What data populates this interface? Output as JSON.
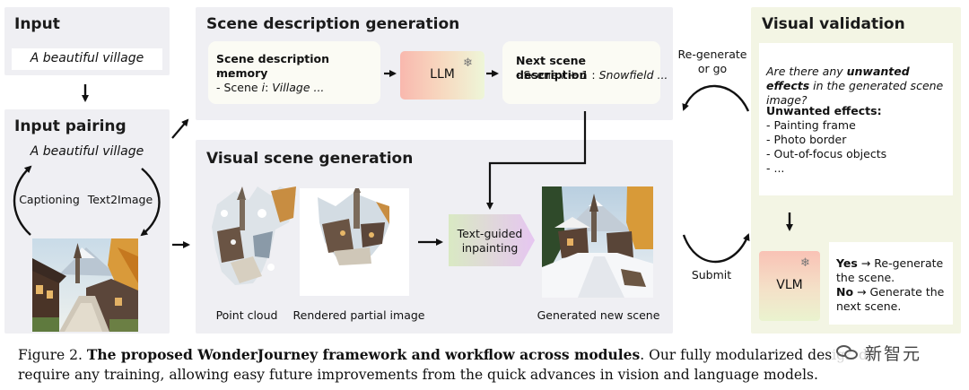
{
  "input": {
    "title": "Input",
    "prompt": "A beautiful village"
  },
  "pairing": {
    "title": "Input pairing",
    "prompt": "A beautiful village",
    "captioning": "Captioning",
    "text2image": "Text2Image"
  },
  "scene_desc": {
    "title": "Scene description generation",
    "memory_title": "Scene description memory",
    "memory_line1": "- ...",
    "memory_line2_prefix": "- Scene ",
    "memory_line2_var": "i",
    "memory_line2_suffix": ": ",
    "memory_line2_value": "Village ...",
    "llm_label": "LLM",
    "next_title": "Next scene description",
    "next_line_prefix": "- Scene ",
    "next_line_var": "i + 1",
    "next_line_suffix": " : ",
    "next_line_value": "Snowfield ..."
  },
  "visual_gen": {
    "title": "Visual scene generation",
    "point_cloud": "Point cloud",
    "rendered": "Rendered partial image",
    "inpainting": "Text-guided inpainting",
    "generated": "Generated new scene"
  },
  "validation": {
    "title": "Visual validation",
    "question_prefix": "Are there any ",
    "question_bold": "unwanted effects",
    "question_suffix": " in the generated scene image?",
    "effects_title": "Unwanted effects:",
    "effects": [
      "- Painting frame",
      "- Photo border",
      "- Out-of-focus objects",
      "- ..."
    ],
    "vlm_label": "VLM",
    "yes_label": "Yes",
    "yes_text": " → Re-generate the scene.",
    "no_label": "No",
    "no_text": " → Generate the next scene.",
    "regenerate": "Re-generate or go",
    "submit": "Submit"
  },
  "figure_caption": {
    "prefix": "Figure 2. ",
    "bold": "The proposed WonderJourney framework and workflow across modules",
    "rest": ". Our fully modularized design do",
    "rest2": " require any training, allowing easy future improvements from the quick advances in vision and language models."
  },
  "watermark": "新智元",
  "colors": {
    "panel_gray": "#efeff3",
    "panel_cream": "#f3f5e4",
    "llm_gradient_start": "#f9b8ae",
    "llm_gradient_end": "#eef6d8",
    "inpaint_gradient_start": "#d9e9c3",
    "inpaint_gradient_end": "#e6c6f1"
  },
  "icons": [
    "snowflake-icon",
    "snowflake-icon",
    "wechat-icon"
  ]
}
